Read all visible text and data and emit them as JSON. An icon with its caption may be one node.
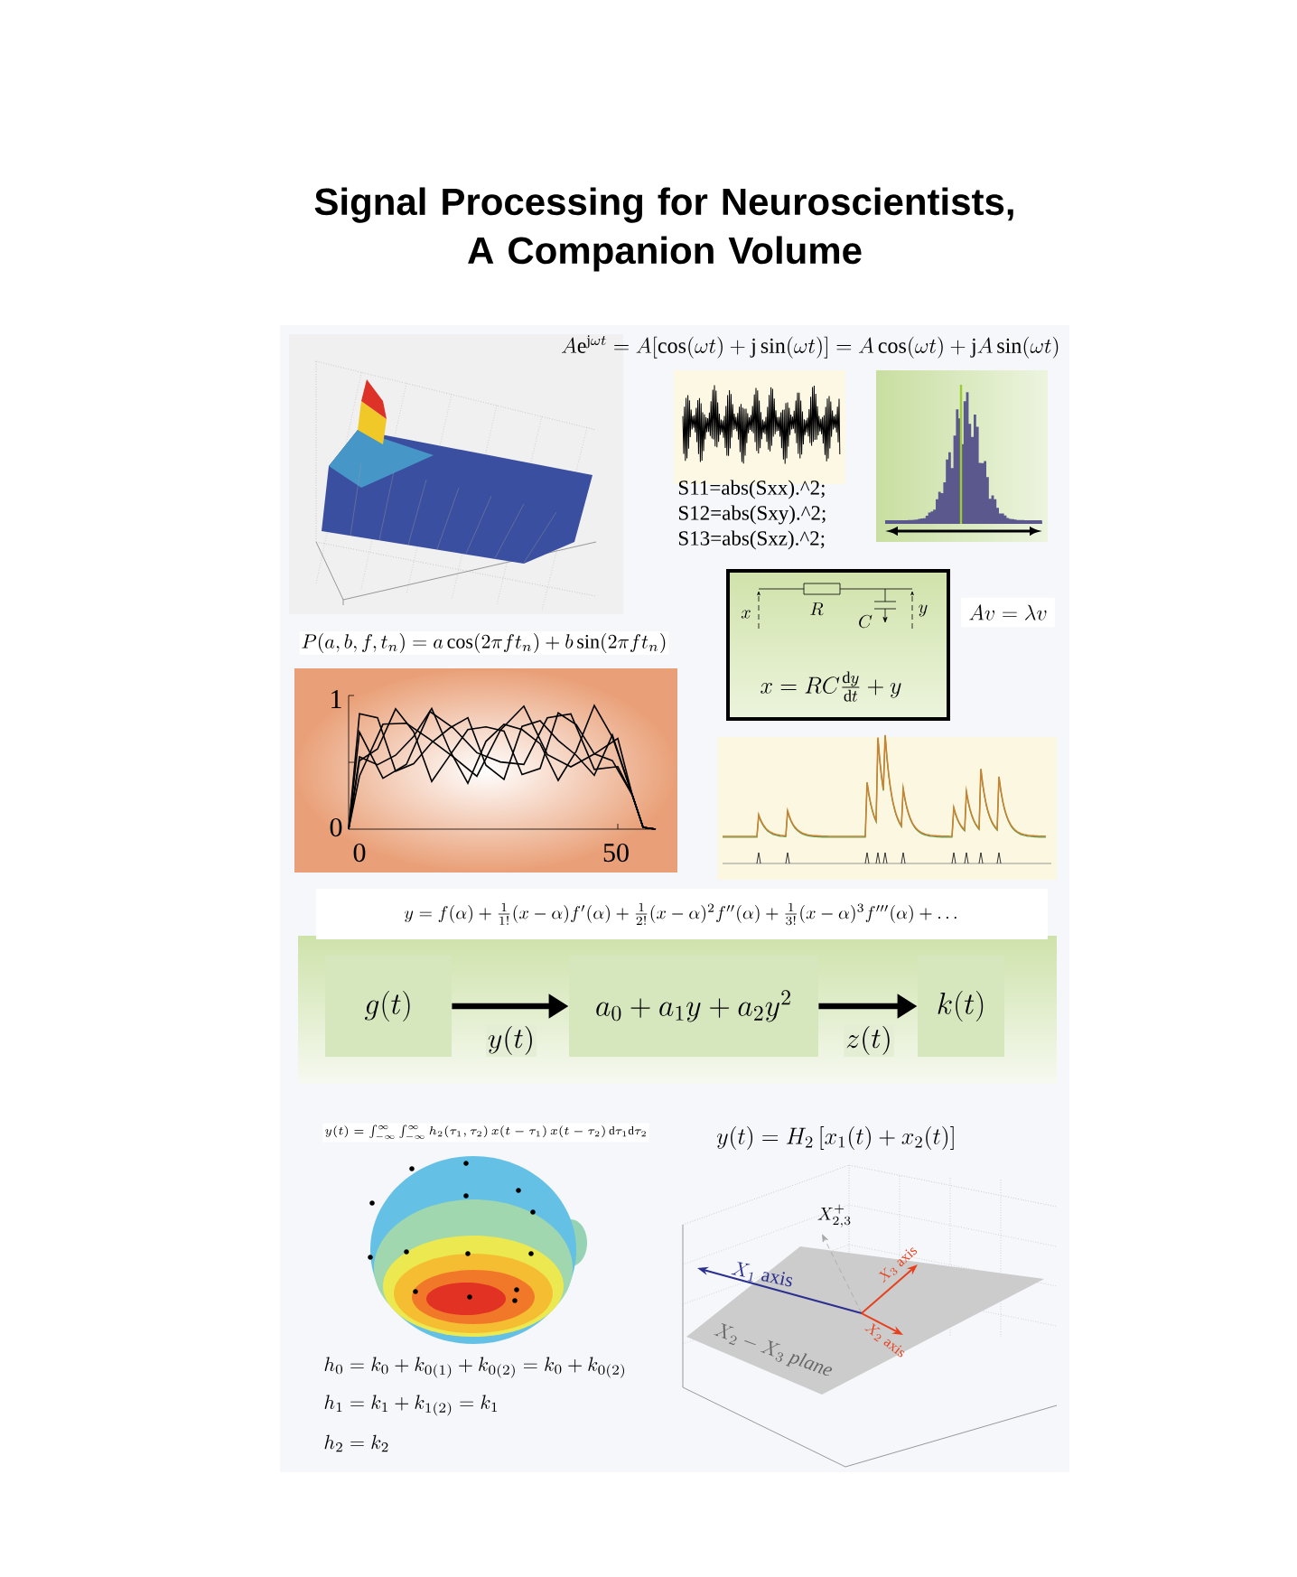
{
  "diagram": {
    "title": "Signal Processing for Neuroscientists, A Companion Volume",
    "nodes": [
      {
        "text": [
          "x",
          "R",
          "C",
          "y",
          "x = RC\\frac{\\mathrm{d}y}{\\mathrm{d}t} + y"
        ]
      },
      {
        "text": [
          "g(t)"
        ]
      },
      {
        "text": [
          "a_0 + a_1 y + a_2 y^2"
        ]
      },
      {
        "text": [
          "k(t)"
        ]
      }
    ],
    "edges": [
      {
        "from": 1,
        "to": 2,
        "arrow": "to",
        "label": "y(t)"
      },
      {
        "from": 2,
        "to": 3,
        "arrow": "to",
        "label": "z(t)"
      }
    ],
    "labels": [
      "A\\mathrm{e}^{\\mathrm{j}\\omega t} = A[\\cos(\\omega t) + \\mathrm{j}\\sin(\\omega t)] = A\\cos(\\omega t) + \\mathrm{j}A\\sin(\\omega t)",
      "S11=abs(Sxx).^2;",
      "S12=abs(Sxy).^2;",
      "S13=abs(Sxz).^2;",
      "Av = \\lambda v",
      "P(a, b, f, t_n) = a\\cos(2\\pi f t_n) + b\\sin(2\\pi f t_n)",
      "1",
      "0",
      "0",
      "50",
      "y = f(\\alpha) + \\frac{1}{1!}(x-\\alpha)f'(\\alpha) + \\frac{1}{2!}(x-\\alpha)^2 f''(\\alpha) + \\frac{1}{3!}(x-\\alpha)^3 f'''(\\alpha) + \\ldots",
      "y(t) = \\int_{-\\infty}^{\\infty}\\int_{-\\infty}^{\\infty} h_2(\\tau_1, \\tau_2)\\, x(t-\\tau_1)\\, x(t-\\tau_2)\\, \\mathrm{d}\\tau_1 \\mathrm{d}\\tau_2",
      "y(t) = H_2\\left[x_1(t) + x_2(t)\\right]",
      "X_{2,3}^{+}",
      "X_1\\ \\mathrm{axis}",
      "X_3\\ \\mathrm{axis}",
      "X_2\\ \\mathrm{axis}",
      "X_2 - X_3\\ \\mathit{plane}",
      "h_0 = k_0 + k_{0(1)} + k_{0(2)} = k_0 + k_{0(2)}",
      "h_1 = k_1 + k_{1(2)} = k_1",
      "h_2 = k_2"
    ]
  }
}
